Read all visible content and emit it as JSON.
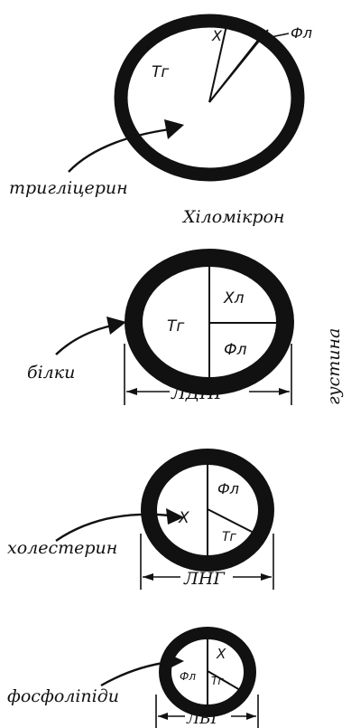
{
  "chylomicron": {
    "label_tg": "Тг",
    "label_x": "Х",
    "label_fl": "Фл",
    "pointer_label": "тригліцерин",
    "caption": "Хіломікрон"
  },
  "vldl": {
    "label_tg": "Тг",
    "label_xl": "Хл",
    "label_fl": "Фл",
    "pointer_label": "білки",
    "size_label": "ЛДНГ"
  },
  "ldl": {
    "label_x": "Х",
    "label_fl": "Фл",
    "label_tg": "Тг",
    "pointer_label": "холестерин",
    "size_label": "ЛНГ"
  },
  "hdl": {
    "label_x": "Х",
    "label_fl": "Фл",
    "label_tg": "Тг",
    "pointer_label": "фосфоліпіди",
    "size_label": "ЛВГ"
  },
  "density_label": "густина"
}
